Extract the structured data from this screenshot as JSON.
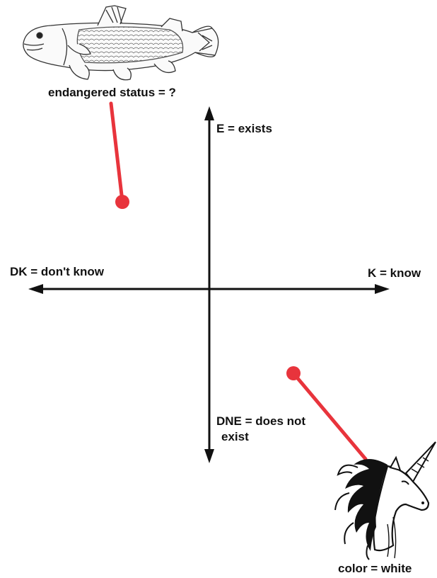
{
  "labels": {
    "exists": "E = exists",
    "does_not_exist_line1": "DNE = does not",
    "does_not_exist_line2": "exist",
    "dont_know": "DK = don't know",
    "know": "K = know",
    "fish_caption": "endangered status = ?",
    "unicorn_caption": "color = white"
  },
  "icons": {
    "fish": "coelacanth-fish-illustration",
    "unicorn": "unicorn-head-illustration"
  },
  "colors": {
    "axis": "#111111",
    "pointer": "#e8343c"
  }
}
